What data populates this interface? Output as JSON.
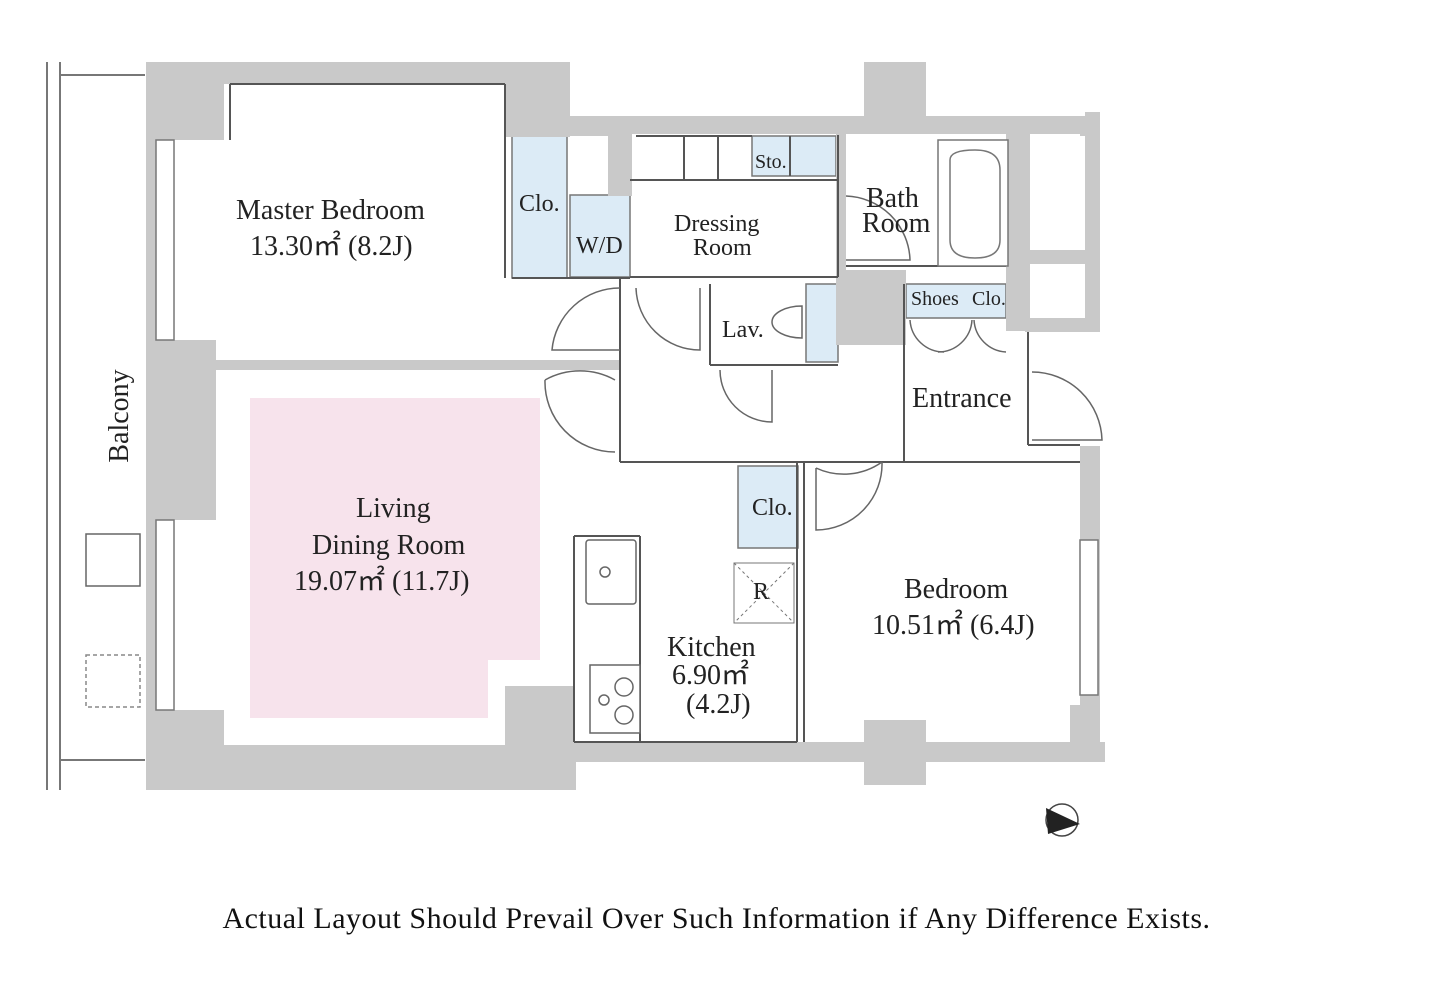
{
  "rooms": {
    "master_bedroom": {
      "name": "Master Bedroom",
      "area": "13.30㎡ (8.2J)"
    },
    "closet_master": "Clo.",
    "wd": "W/D",
    "dressing": {
      "line1": "Dressing",
      "line2": "Room"
    },
    "storage": "Sto.",
    "bath": {
      "line1": "Bath",
      "line2": "Room"
    },
    "shoes": "Shoes",
    "closet_entry": "Clo.",
    "lav": "Lav.",
    "entrance": "Entrance",
    "balcony": "Balcony",
    "living": {
      "line1": "Living",
      "line2": "Dining Room",
      "area": "19.07㎡ (11.7J)"
    },
    "closet_hall": "Clo.",
    "fridge": "R",
    "kitchen": {
      "name": "Kitchen",
      "area1": "6.90㎡",
      "area2": "(4.2J)"
    },
    "bedroom": {
      "name": "Bedroom",
      "area": "10.51㎡ (6.4J)"
    }
  },
  "disclaimer": "Actual Layout Should Prevail Over Such Information if Any Difference Exists.",
  "colors": {
    "wall": "#c9c9c9",
    "closet": "#dcebf6",
    "living_highlight": "#f7e3ec",
    "line": "#555555"
  }
}
